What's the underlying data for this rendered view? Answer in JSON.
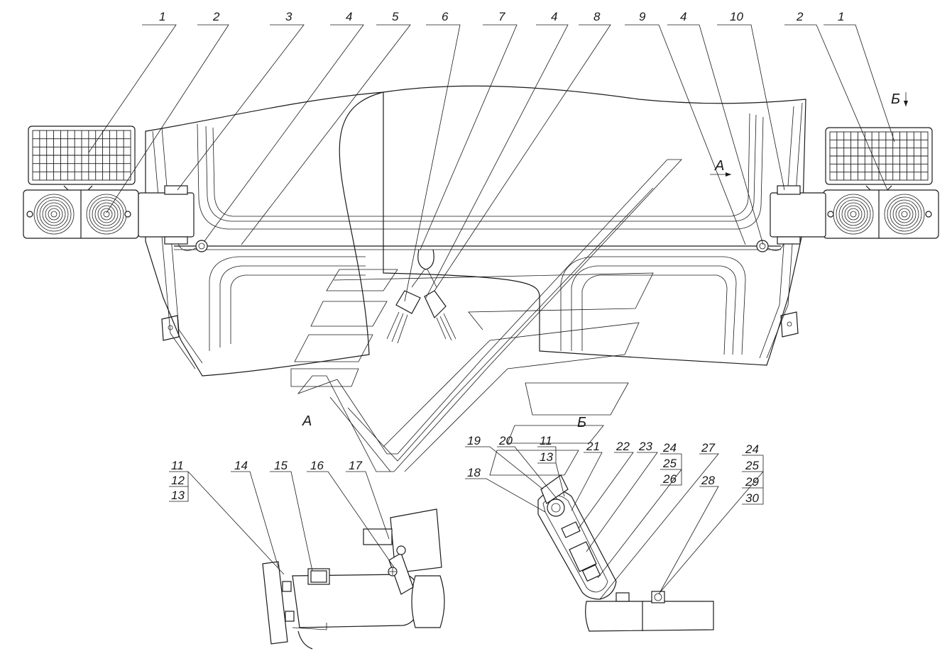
{
  "callouts_top": [
    "1",
    "2",
    "3",
    "4",
    "5",
    "6",
    "7",
    "4",
    "8",
    "9",
    "4",
    "10",
    "2",
    "1"
  ],
  "view_labels": {
    "a_arrow": "А",
    "b_arrow": "Б",
    "view_a": "А",
    "view_b": "Б"
  },
  "callouts_view_a": {
    "stack": [
      "11",
      "12",
      "13"
    ],
    "items": [
      "14",
      "15",
      "16",
      "17"
    ]
  },
  "callouts_view_b": {
    "items": [
      "18",
      "19",
      "20",
      "21",
      "22",
      "23",
      "27",
      "28"
    ],
    "stack_11_13": [
      "11",
      "13"
    ],
    "stack_24_26": [
      "24",
      "25",
      "26"
    ],
    "stack_24_30": [
      "24",
      "25",
      "29",
      "30"
    ]
  }
}
